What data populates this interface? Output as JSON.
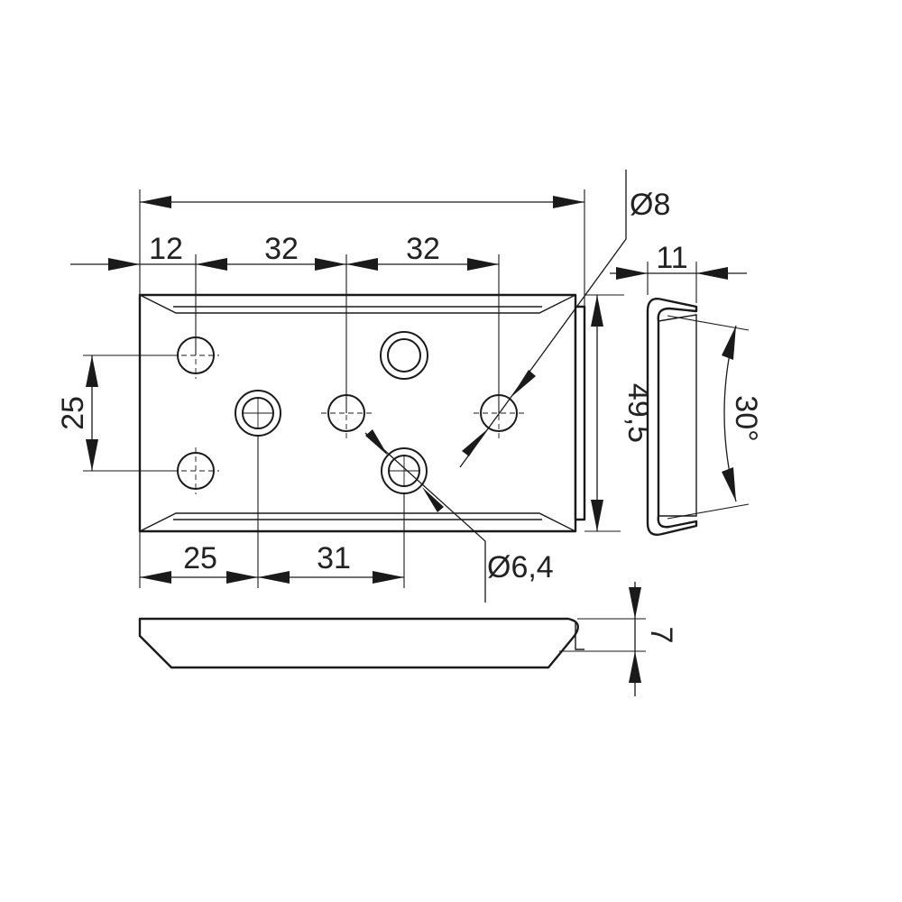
{
  "dimensions": {
    "overall_width": "",
    "offset_12": "12",
    "pitch_32_a": "32",
    "pitch_32_b": "32",
    "dia_8": "Ø8",
    "side_width_11": "11",
    "height_49_5": "49,5",
    "angle_30": "30°",
    "vertical_pitch_25": "25",
    "offset_25": "25",
    "pitch_31": "31",
    "dia_6_4": "Ø6,4",
    "thickness_7": "7"
  }
}
